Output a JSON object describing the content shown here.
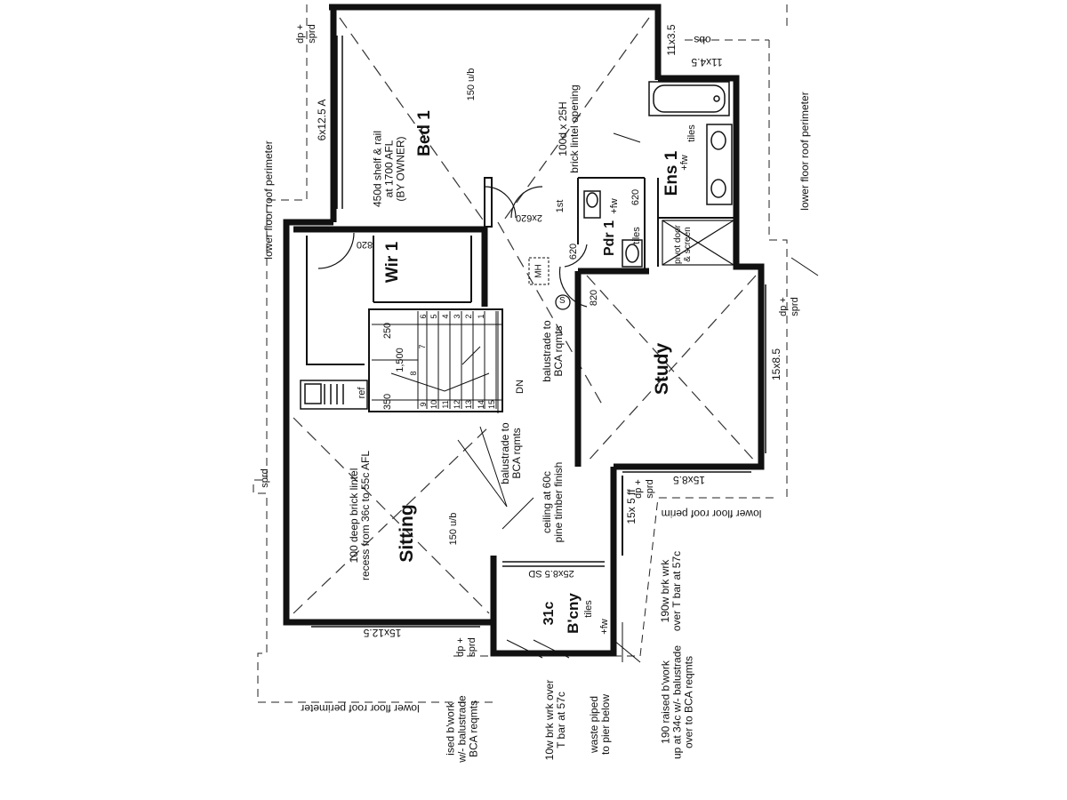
{
  "rooms": {
    "bed1": "Bed 1",
    "wir1": "Wir 1",
    "sitting": "Sitting",
    "study": "Study",
    "ens1": "Ens 1",
    "pdr1": "Pdr 1",
    "bcny": "B'cny",
    "bcny_level": "31c"
  },
  "notes": {
    "bed1_ub": "150 u/b",
    "bed1_shelf": [
      "450d shelf & rail",
      "at 1700 AFL",
      "(BY OWNER)"
    ],
    "bed1_opening": [
      "100d x 25H",
      "brick lintel opening"
    ],
    "bed1_door": "2x620",
    "wir_door": "820",
    "first_floor": "1st",
    "mh": "MH",
    "smoke": "S",
    "study_door": "820",
    "pdr_door_top": "620",
    "pdr_door_left": "620",
    "pdr_tiles": "tiles",
    "pdr_fw": "+fw",
    "ens_tiles": "tiles",
    "ens_fw": "+fw",
    "pivot_door": [
      "pivot door",
      "& screen"
    ],
    "stair_rise": "1,500",
    "stair_going": "250",
    "stair_width": "350",
    "stair_dn": "DN",
    "stair_numbers": [
      "1",
      "2",
      "3",
      "4",
      "5",
      "6",
      "7",
      "8",
      "9",
      "10",
      "11",
      "12",
      "13",
      "14",
      "15"
    ],
    "balustrade_1": [
      "balustrade to",
      "BCA rqmts"
    ],
    "balustrade_2": [
      "balustrade to",
      "BCA rqmts"
    ],
    "ref": "ref",
    "sitting_lintel": [
      "100 deep brick lintel",
      "recess from 36c to 55c AFL"
    ],
    "sitting_ub": "150 u/b",
    "ceiling": [
      "ceiling at 60c",
      "pine timber finish"
    ],
    "bcny_window": "25x8.5 SD",
    "bcny_tiles": "tiles",
    "bcny_fw": "+fw",
    "window_6x12": "6x12.5 A",
    "window_11x35": "11x3.5",
    "window_obs": "obs",
    "window_11x45": "11x4.5",
    "window_15x85_right": "15x8.5",
    "window_15x85_bottom": "15x8.5",
    "window_15x125": "15x12.5",
    "window_15x5": "15x 5 ff",
    "dp_sprd": [
      "dp +",
      "sprd"
    ],
    "sprd": "sprd",
    "lower_roof_left": "lower floor roof perimeter",
    "lower_roof_right": "lower floor roof perimeter",
    "lower_roof_bottom": "lower floor roof perimeter",
    "lower_roof_mid": "lower floor roof perim",
    "brick_over_tbar_right": [
      "190w brk wrk",
      "over T bar at 57c"
    ],
    "raised_bwork_right": [
      "190 raised b'work",
      "up at 34c w/- balustrade",
      "over to BCA reqmts"
    ],
    "raised_bwork_left": [
      "ised b'work",
      "w/- balustrade",
      "BCA reqmts"
    ],
    "brick_over_tbar_left": [
      "10w brk wrk over",
      "T bar at 57c"
    ],
    "waste_piped": [
      "waste piped",
      "to pier below"
    ]
  }
}
